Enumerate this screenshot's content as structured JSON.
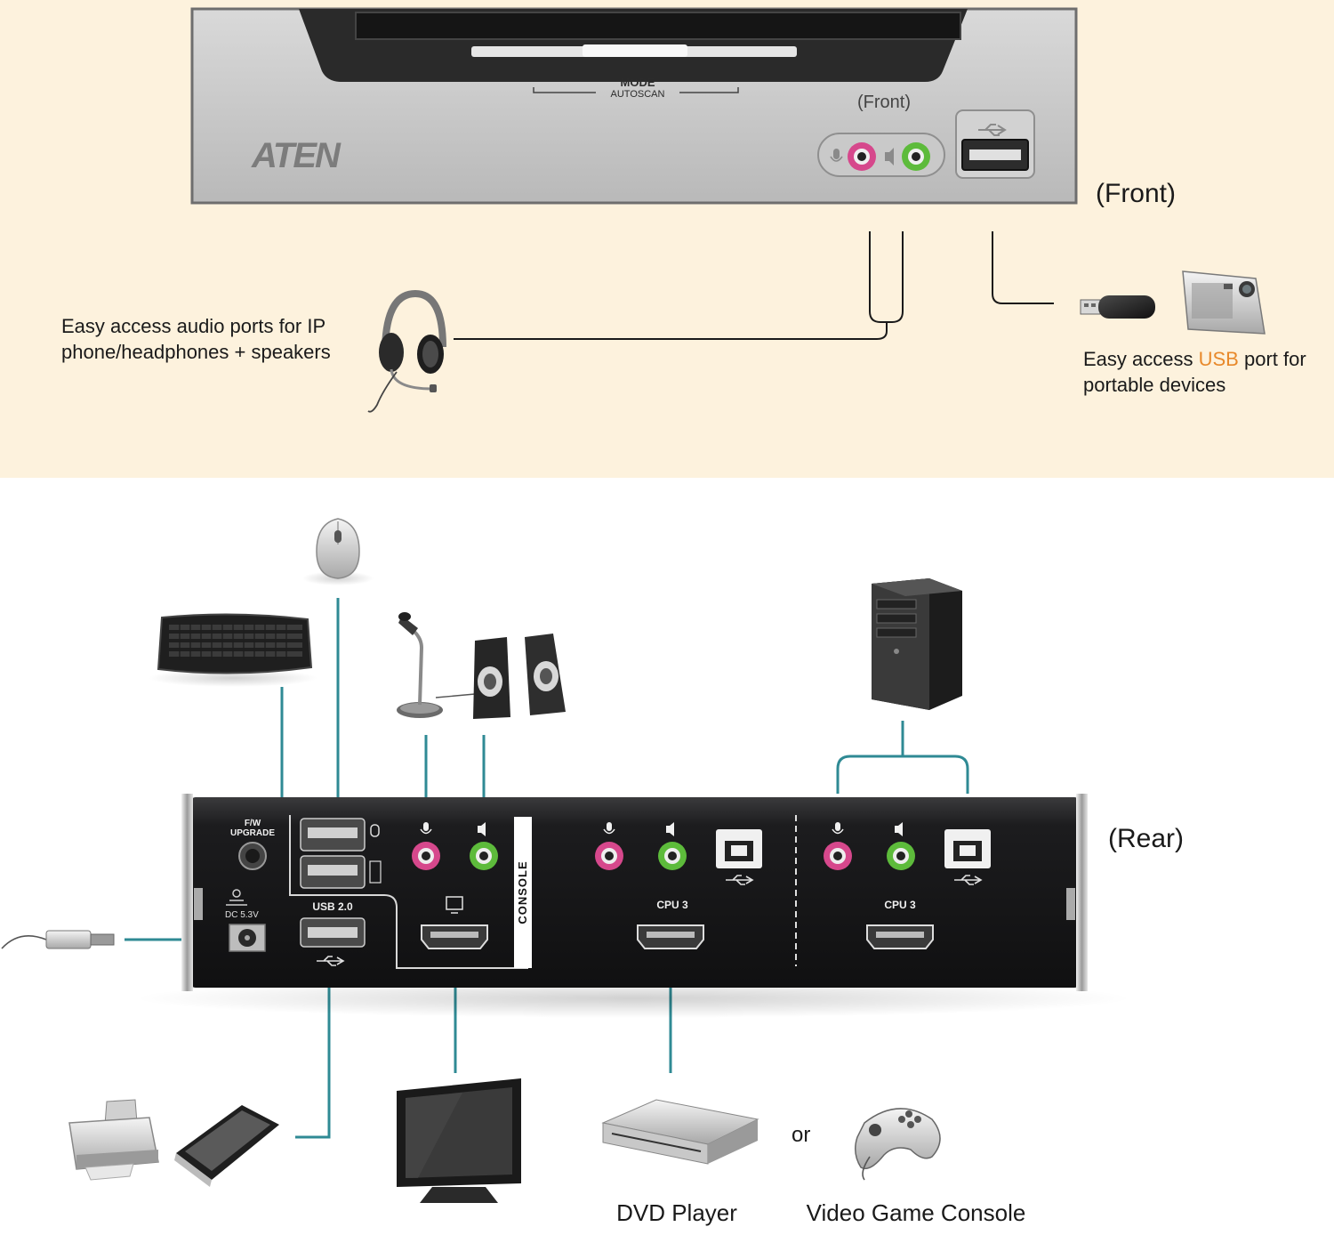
{
  "front": {
    "caption": "(Front)",
    "inner_caption": "(Front)",
    "brand": "ATEN",
    "mode_label": "MODE",
    "autoscan_label": "AUTOSCAN",
    "audio_caption_line1": "Easy access audio ports for IP",
    "audio_caption_line2": "phone/headphones + speakers",
    "usb_caption_pre": "Easy access ",
    "usb_caption_accent": "USB",
    "usb_caption_post": " port for",
    "usb_caption_line2": "portable devices"
  },
  "rear": {
    "caption": "(Rear)",
    "fw_upgrade_line1": "F/W",
    "fw_upgrade_line2": "UPGRADE",
    "dc_label": "DC 5.3V",
    "usb20_label": "USB 2.0",
    "console_label": "CONSOLE",
    "cpu_label_a": "CPU 3",
    "cpu_label_b": "CPU 3"
  },
  "devices": {
    "dvd_label": "DVD Player",
    "or_label": "or",
    "console_label": "Video Game Console"
  },
  "colors": {
    "front_bg": "#fdf2dd",
    "cable_teal": "#2f8a94",
    "accent_orange": "#e8892b",
    "panel_dark": "#1c1c1e",
    "mic_pink": "#d6488c",
    "spk_green": "#5dbb3b"
  }
}
